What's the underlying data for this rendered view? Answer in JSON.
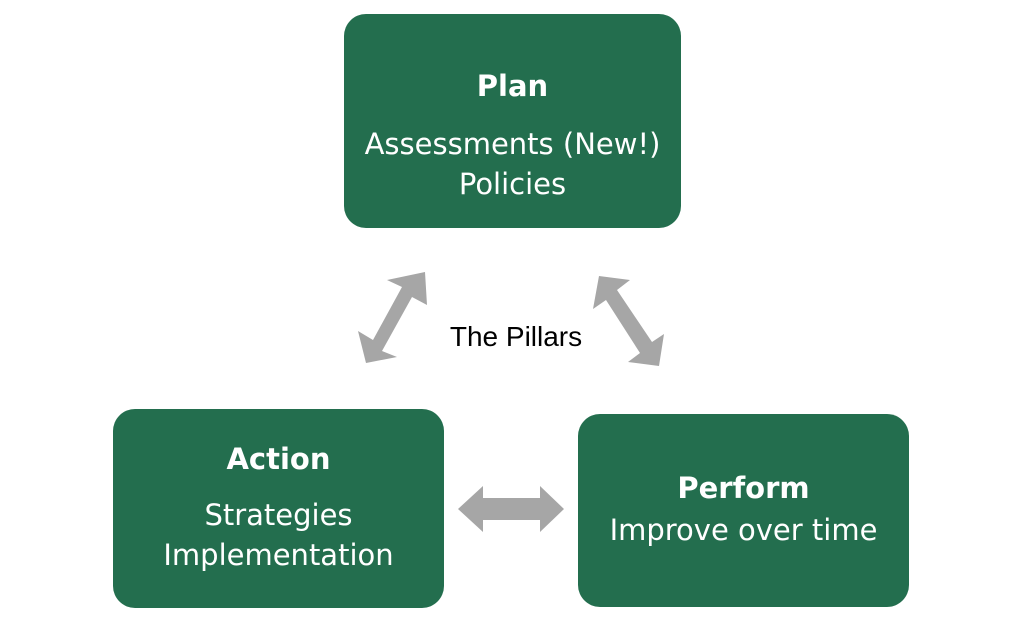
{
  "diagram": {
    "center_label": "The Pillars",
    "box_color": "#236e4e",
    "arrow_color": "#a6a6a6",
    "text_color": "#ffffff",
    "boxes": {
      "plan": {
        "title": "Plan",
        "lines": [
          "Assessments (New!)",
          "Policies"
        ]
      },
      "action": {
        "title": "Action",
        "lines": [
          "Strategies",
          "Implementation"
        ]
      },
      "perform": {
        "title": "Perform",
        "lines": [
          "Improve over time"
        ]
      }
    },
    "arrows": [
      {
        "from": "action",
        "to": "plan",
        "type": "double-headed"
      },
      {
        "from": "plan",
        "to": "perform",
        "type": "double-headed"
      },
      {
        "from": "action",
        "to": "perform",
        "type": "double-headed"
      }
    ]
  }
}
